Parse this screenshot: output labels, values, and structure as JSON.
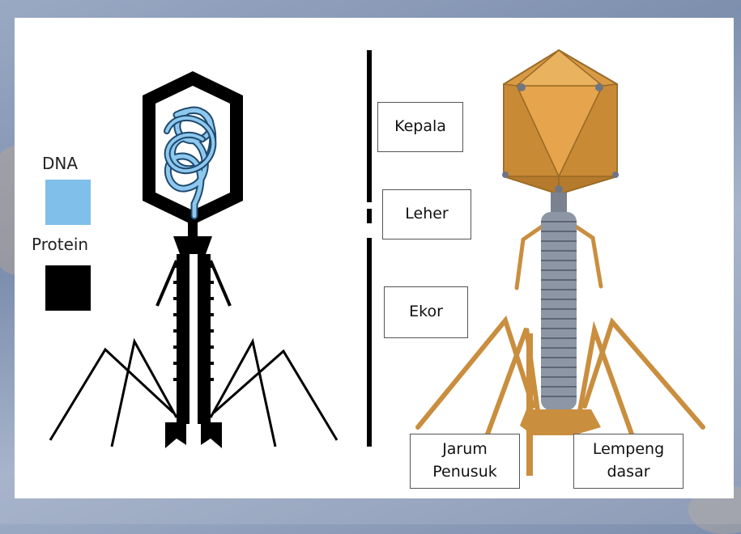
{
  "legend": {
    "dna_label": "DNA",
    "protein_label": "Protein",
    "dna_color": "#7fbfe9",
    "protein_color": "#000000"
  },
  "parts": {
    "kepala": "Kepala",
    "leher": "Leher",
    "ekor": "Ekor",
    "jarum": "Jarum\nPenusuk",
    "lempeng": "Lempeng\ndasar"
  },
  "colors": {
    "capsid": "#d99a45",
    "capsid_dark": "#b57a2c",
    "tail_sheath": "#8d96a4",
    "fiber": "#c98e3e"
  }
}
